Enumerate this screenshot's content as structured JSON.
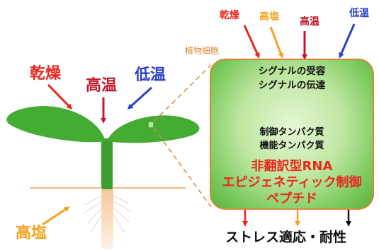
{
  "plant_labels": {
    "drought": "乾燥",
    "high_temp": "高温",
    "low_temp": "低温",
    "high_salt": "高塩"
  },
  "cell_input_labels": {
    "drought": "乾燥",
    "high_salt": "高塩",
    "high_temp": "高温",
    "low_temp": "低温"
  },
  "cell_label": "植物細胞",
  "signaling": {
    "line1": "シグナルの受容",
    "line2": "シグナルの伝達"
  },
  "proteins": {
    "line1": "制御タンパク質",
    "line2": "機能タンパク質"
  },
  "regulators": {
    "line1": "非翻訳型RNA",
    "line2": "エピジェネティック制御",
    "line3": "ペプチド"
  },
  "outcome": "ストレス適応・耐性",
  "colors": {
    "drought": "#e8281e",
    "high_temp": "#c0182a",
    "low_temp": "#2a3fc8",
    "high_salt": "#f4a21e",
    "leaf": "#3fa62e",
    "cell_border": "#d98838"
  }
}
